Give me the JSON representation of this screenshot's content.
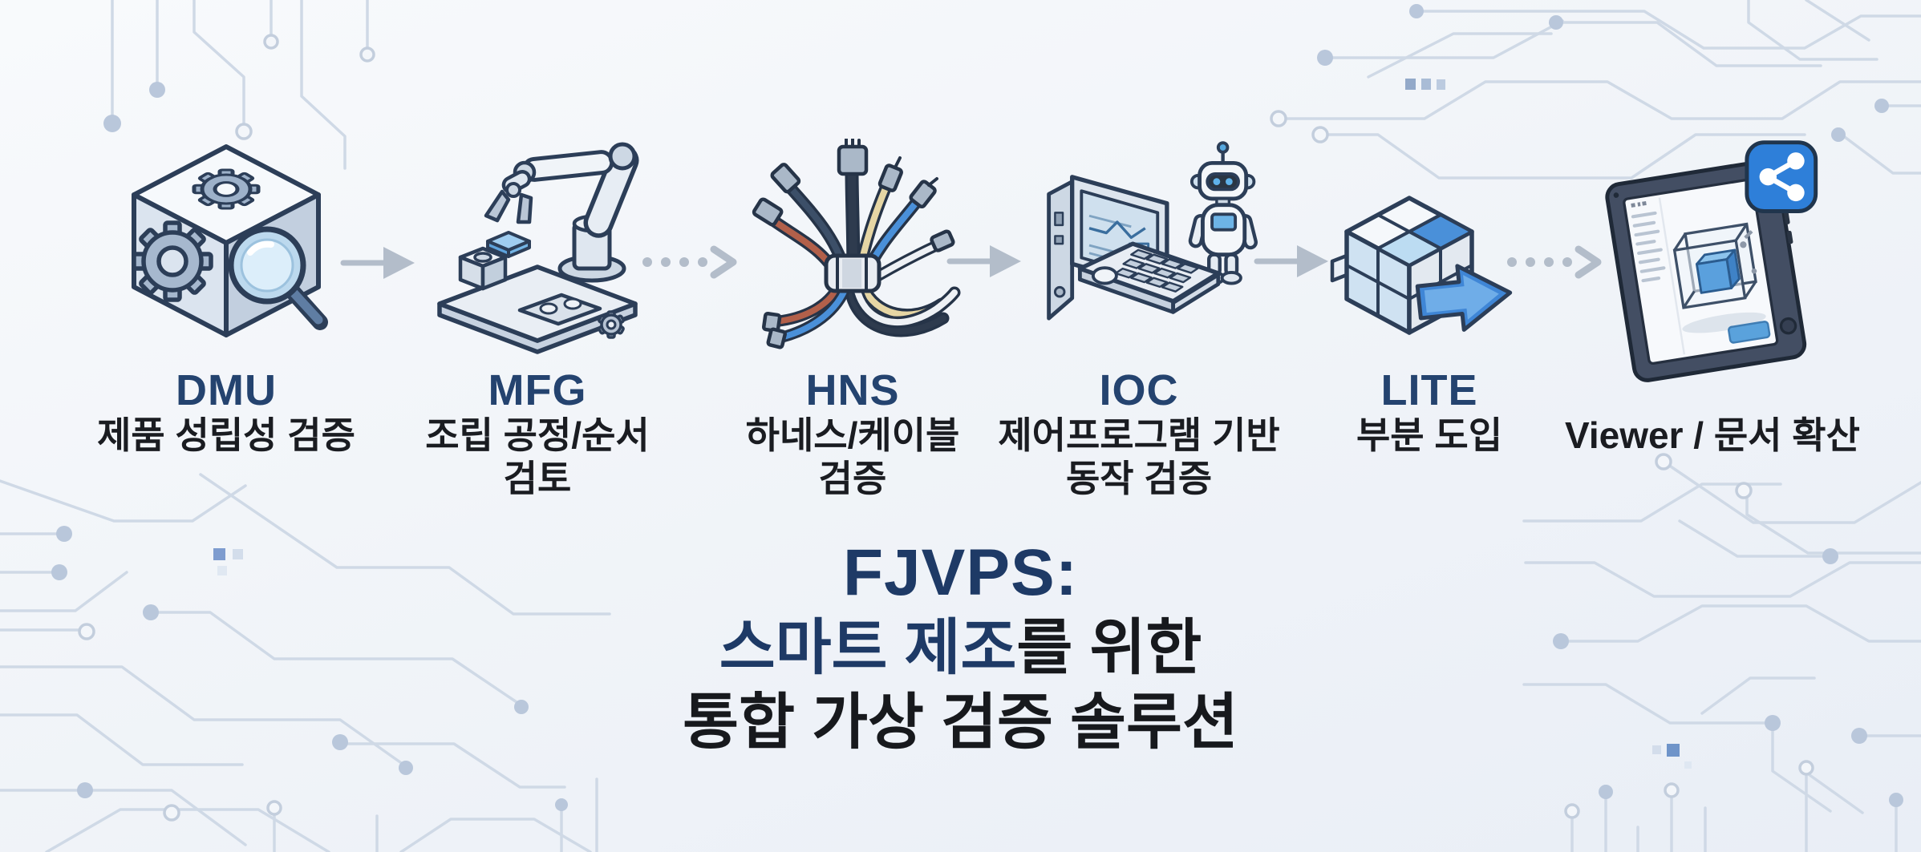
{
  "title": {
    "line1": "FJVPS:",
    "line2_accent": "스마트 제조",
    "line2_rest": "를 위한",
    "line3": "통합 가상 검증 솔루션"
  },
  "stages": [
    {
      "code": "DMU",
      "desc_line1": "제품 성립성 검증",
      "desc_line2": "",
      "icon": "cube-gears-magnifier-icon"
    },
    {
      "code": "MFG",
      "desc_line1": "조립 공정/순서",
      "desc_line2": "검토",
      "icon": "robot-arm-assembly-icon"
    },
    {
      "code": "HNS",
      "desc_line1": "하네스/케이블",
      "desc_line2": "검증",
      "icon": "cable-harness-icon"
    },
    {
      "code": "IOC",
      "desc_line1": "제어프로그램 기반",
      "desc_line2": "동작 검증",
      "icon": "control-panel-robot-icon"
    },
    {
      "code": "LITE",
      "desc_line1": "부분 도입",
      "desc_line2": "",
      "icon": "module-cube-arrow-icon"
    },
    {
      "code": "",
      "desc_line1": "Viewer / 문서 확산",
      "desc_line2": "",
      "icon": "tablet-viewer-share-icon"
    }
  ],
  "connectors": [
    {
      "from": "DMU",
      "to": "MFG",
      "style": "solid"
    },
    {
      "from": "MFG",
      "to": "HNS",
      "style": "dotted"
    },
    {
      "from": "HNS",
      "to": "IOC",
      "style": "solid"
    },
    {
      "from": "IOC",
      "to": "LITE",
      "style": "solid"
    },
    {
      "from": "LITE",
      "to": "Viewer",
      "style": "dotted"
    }
  ],
  "colors": {
    "accent_blue": "#2e7fd9",
    "icon_outline_navy": "#2c3e58",
    "stage_code_navy": "#24436f",
    "title_navy": "#1e3a66",
    "text_dark": "#17191d",
    "arrow_gray": "#b3bdca",
    "circuit_line": "#cfd9e6",
    "circuit_dot": "#b9c7db",
    "background": "#f1f4f9"
  }
}
